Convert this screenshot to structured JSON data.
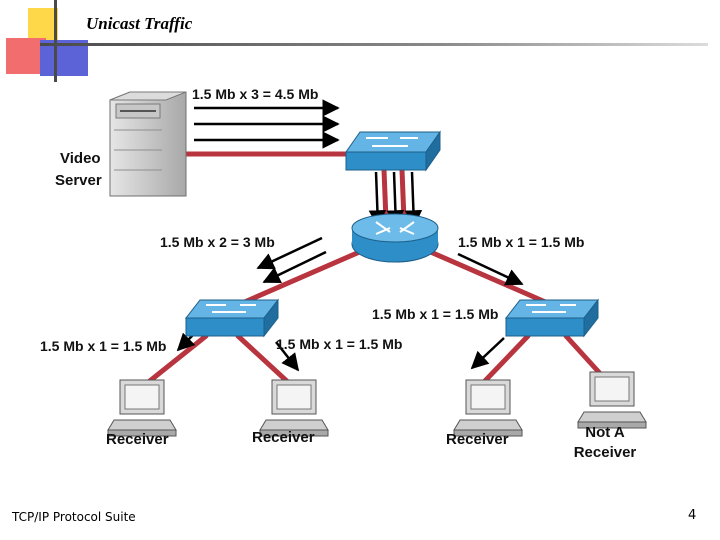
{
  "slide": {
    "title": "Unicast Traffic",
    "footer_left": "TCP/IP Protocol Suite",
    "page_number": "4"
  },
  "diagram": {
    "server_label_line1": "Video",
    "server_label_line2": "Server",
    "rate_server": "1.5 Mb x 3 = 4.5 Mb",
    "rate_left_branch": "1.5 Mb x 2 = 3 Mb",
    "rate_right_branch": "1.5 Mb x 1 = 1.5 Mb",
    "rate_left_receiver1": "1.5 Mb x 1 = 1.5 Mb",
    "rate_left_receiver2": "1.5 Mb x 1 = 1.5 Mb",
    "rate_right_receiver": "1.5 Mb x 1 = 1.5 Mb",
    "receiver1": "Receiver",
    "receiver2": "Receiver",
    "receiver3": "Receiver",
    "not_receiver_line1": "Not A",
    "not_receiver_line2": "Receiver"
  },
  "colors": {
    "link": "#b8343f",
    "device": "#2e8fc8",
    "arrow": "#000000"
  }
}
